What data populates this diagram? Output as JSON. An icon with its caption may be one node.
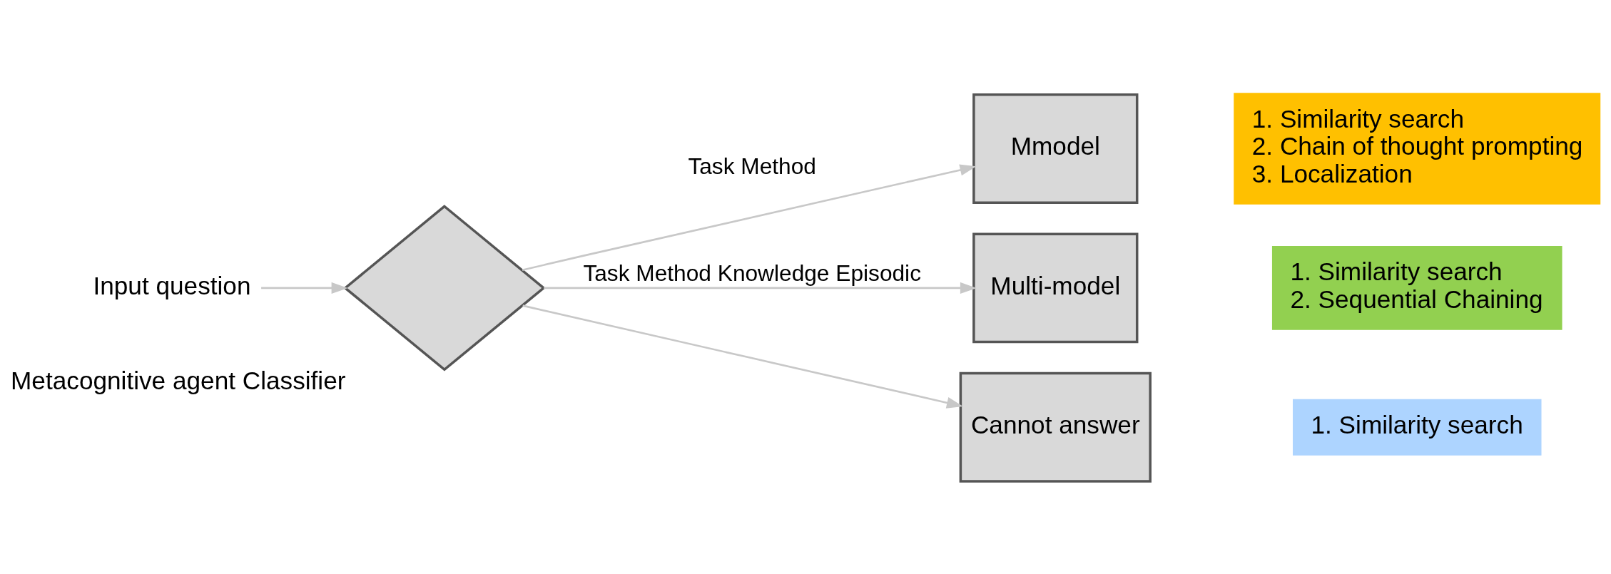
{
  "diagram": {
    "nodes": [
      {
        "text": [
          "Input question"
        ]
      },
      {
        "text": [
          "Metacognitive agent Classifier"
        ]
      },
      {
        "text": [
          "Mmodel"
        ]
      },
      {
        "text": [
          "Multi-model"
        ]
      },
      {
        "text": [
          "Cannot answer"
        ]
      },
      {
        "text": [
          "1. Similarity search",
          "2. Chain of thought prompting",
          "3. Localization"
        ]
      },
      {
        "text": [
          "1. Similarity search",
          "2. Sequential Chaining"
        ]
      },
      {
        "text": [
          "1. Similarity search"
        ]
      }
    ],
    "edges": [
      {
        "from": 0,
        "to": 1,
        "arrow": "to"
      },
      {
        "from": 1,
        "to": 2,
        "arrow": "to",
        "label": "Task Method"
      },
      {
        "from": 1,
        "to": 3,
        "arrow": "to",
        "label": "Task Method Knowledge Episodic"
      },
      {
        "from": 1,
        "to": 4,
        "arrow": "to"
      }
    ]
  }
}
